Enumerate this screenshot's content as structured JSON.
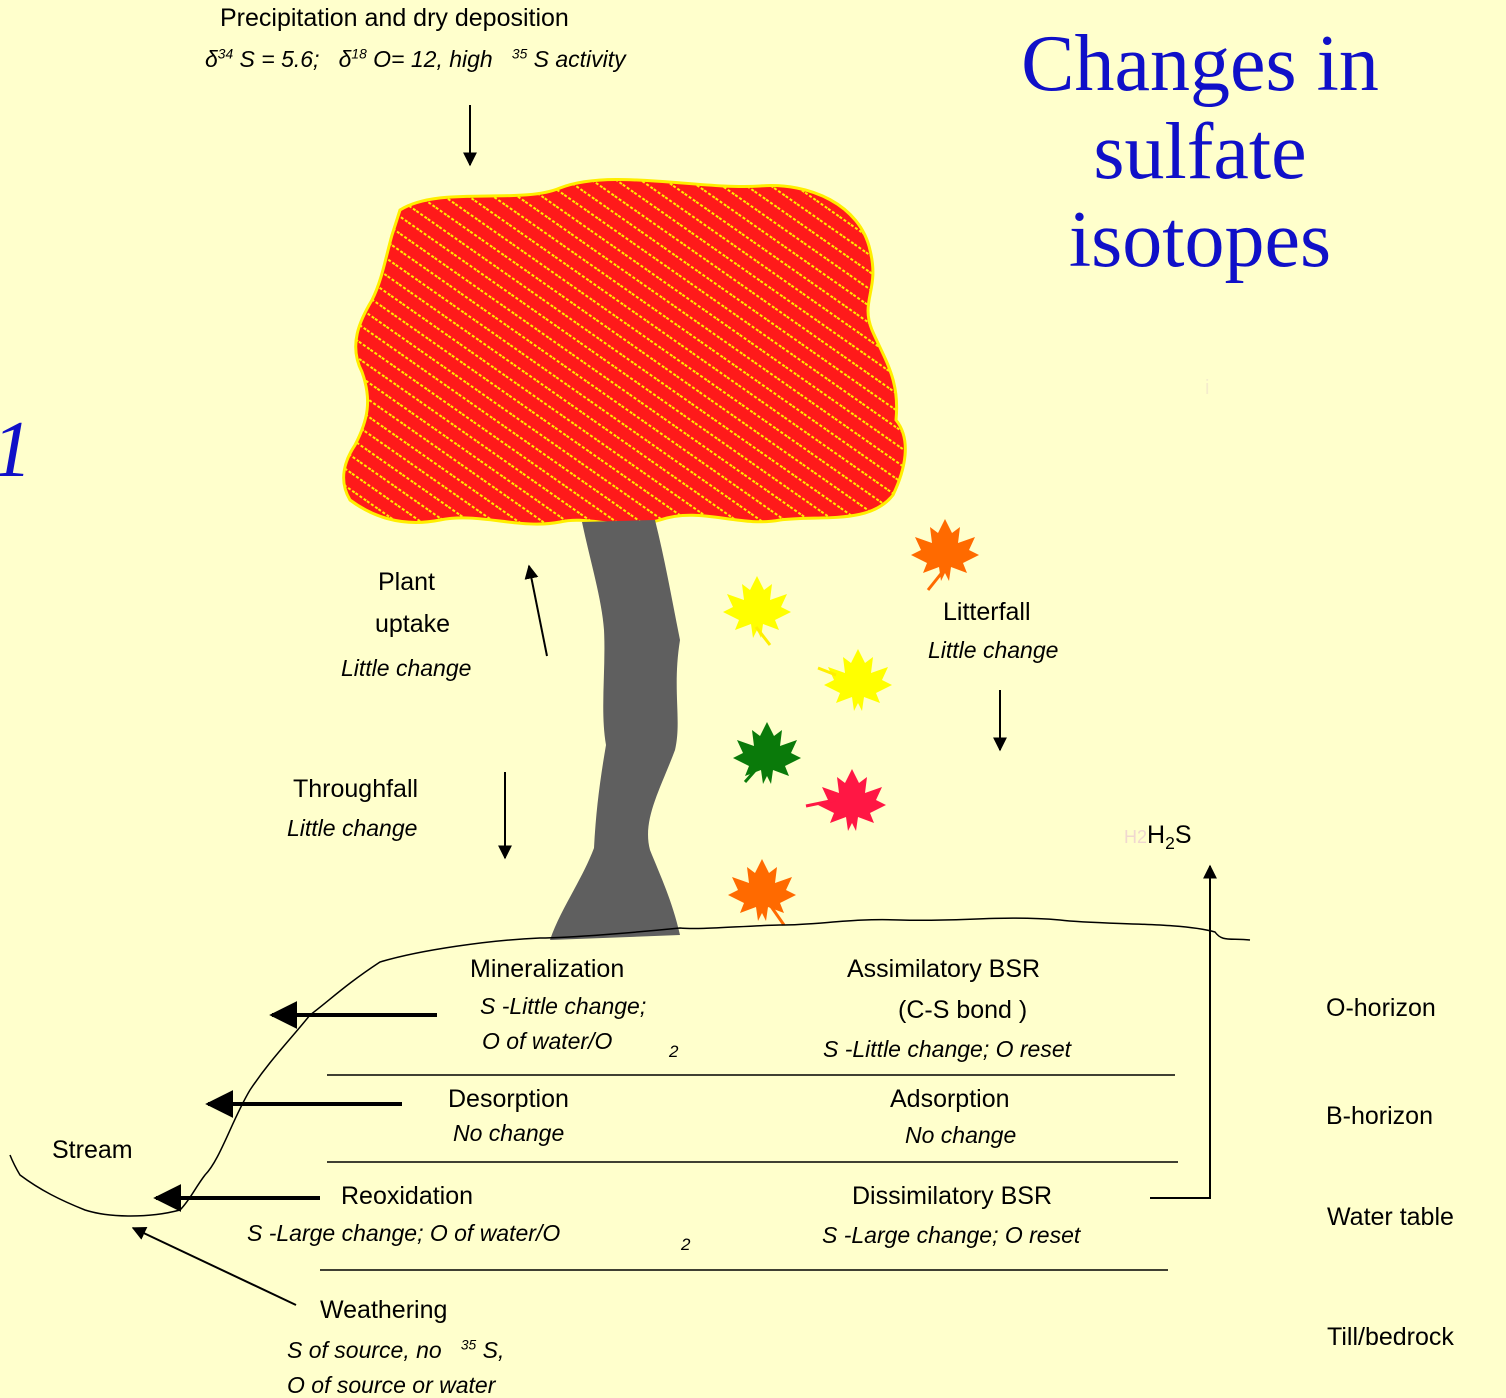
{
  "title": {
    "line1": "Changes in",
    "line2": "sulfate",
    "line3": "isotopes",
    "stray_mark": "i"
  },
  "left_edge_fragment": "1",
  "precipitation": {
    "label": "Precipitation and dry deposition",
    "d34_symbol": "δ",
    "d34_sup": "34",
    "d34_rest": " S = 5.6;",
    "d18_symbol": "δ",
    "d18_sup": "18",
    "d18_rest": " O= 12, high",
    "s35_sup": "35",
    "s35_rest": " S activity"
  },
  "plant_uptake": {
    "line1": "Plant",
    "line2": "uptake",
    "note": "Little change"
  },
  "litterfall": {
    "label": "Litterfall",
    "note": "Little change"
  },
  "throughfall": {
    "label": "Throughfall",
    "note": "Little change"
  },
  "h2s": {
    "faint": "H2",
    "h": "H",
    "sub": "2",
    "s": "S"
  },
  "mineralization": {
    "label": "Mineralization",
    "note1": "S -Little change;",
    "note2": "O of water/O",
    "note2_sub": "2"
  },
  "assimilatory": {
    "label": "Assimilatory BSR",
    "bond": "(C-S  bond )",
    "note": "S -Little change; O reset"
  },
  "desorption": {
    "label": "Desorption",
    "note": "No change"
  },
  "adsorption": {
    "label": "Adsorption",
    "note": "No change"
  },
  "reoxidation": {
    "label": "Reoxidation",
    "note": "S -Large change; O of water/O",
    "note_sub": "2"
  },
  "dissimilatory": {
    "label": "Dissimilatory BSR",
    "note": "S -Large change; O reset"
  },
  "stream": "Stream",
  "weathering": {
    "label": "Weathering",
    "note1": "S of source, no",
    "note1_sup": "35",
    "note1_rest": " S,",
    "note2": "O of source or water"
  },
  "horizons": [
    "O-horizon",
    "B-horizon",
    "Water table",
    "Till/bedrock"
  ],
  "colors": {
    "background": "#ffffcc",
    "title": "#1010c8",
    "canopy": "#ff1a1a",
    "canopy_hatch": "#ffee00",
    "trunk": "#5f5f5f",
    "leaf_orange": "#ff6a00",
    "leaf_yellow": "#ffff00",
    "leaf_green": "#0a7a0a",
    "leaf_red": "#ff1744"
  },
  "leaves": [
    {
      "name": "leaf-orange-top",
      "color": "orange"
    },
    {
      "name": "leaf-yellow-1",
      "color": "yellow"
    },
    {
      "name": "leaf-yellow-2",
      "color": "yellow"
    },
    {
      "name": "leaf-green",
      "color": "green"
    },
    {
      "name": "leaf-red",
      "color": "red"
    },
    {
      "name": "leaf-orange-ground",
      "color": "orange"
    }
  ]
}
